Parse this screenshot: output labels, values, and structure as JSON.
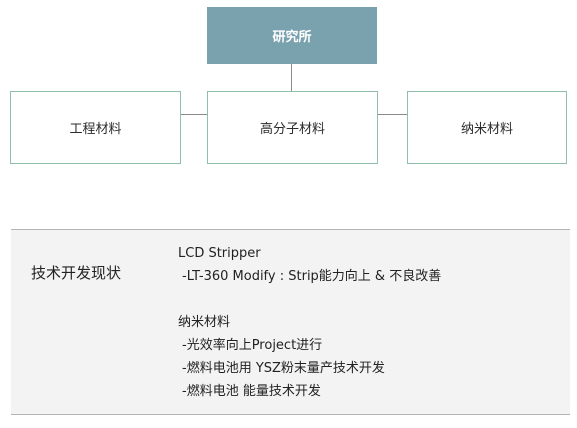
{
  "org_chart": {
    "root": "研究所",
    "children": [
      "工程材料",
      "高分子材料",
      "纳米材料"
    ]
  },
  "status": {
    "heading": "技术开发现状",
    "groups": [
      {
        "title": "LCD Stripper",
        "items": [
          "-LT-360 Modify : Strip能力向上 & 不良改善"
        ]
      },
      {
        "title": "纳米材料",
        "items": [
          "-光效率向上Project进行",
          "-燃料电池用 YSZ粉末量产技术开发",
          "-燃料电池 能量技术开发"
        ]
      }
    ]
  },
  "colors": {
    "root_fill": "#7aa1ae",
    "child_border": "#8fbfa8",
    "panel_fill": "#f3f3f3"
  }
}
